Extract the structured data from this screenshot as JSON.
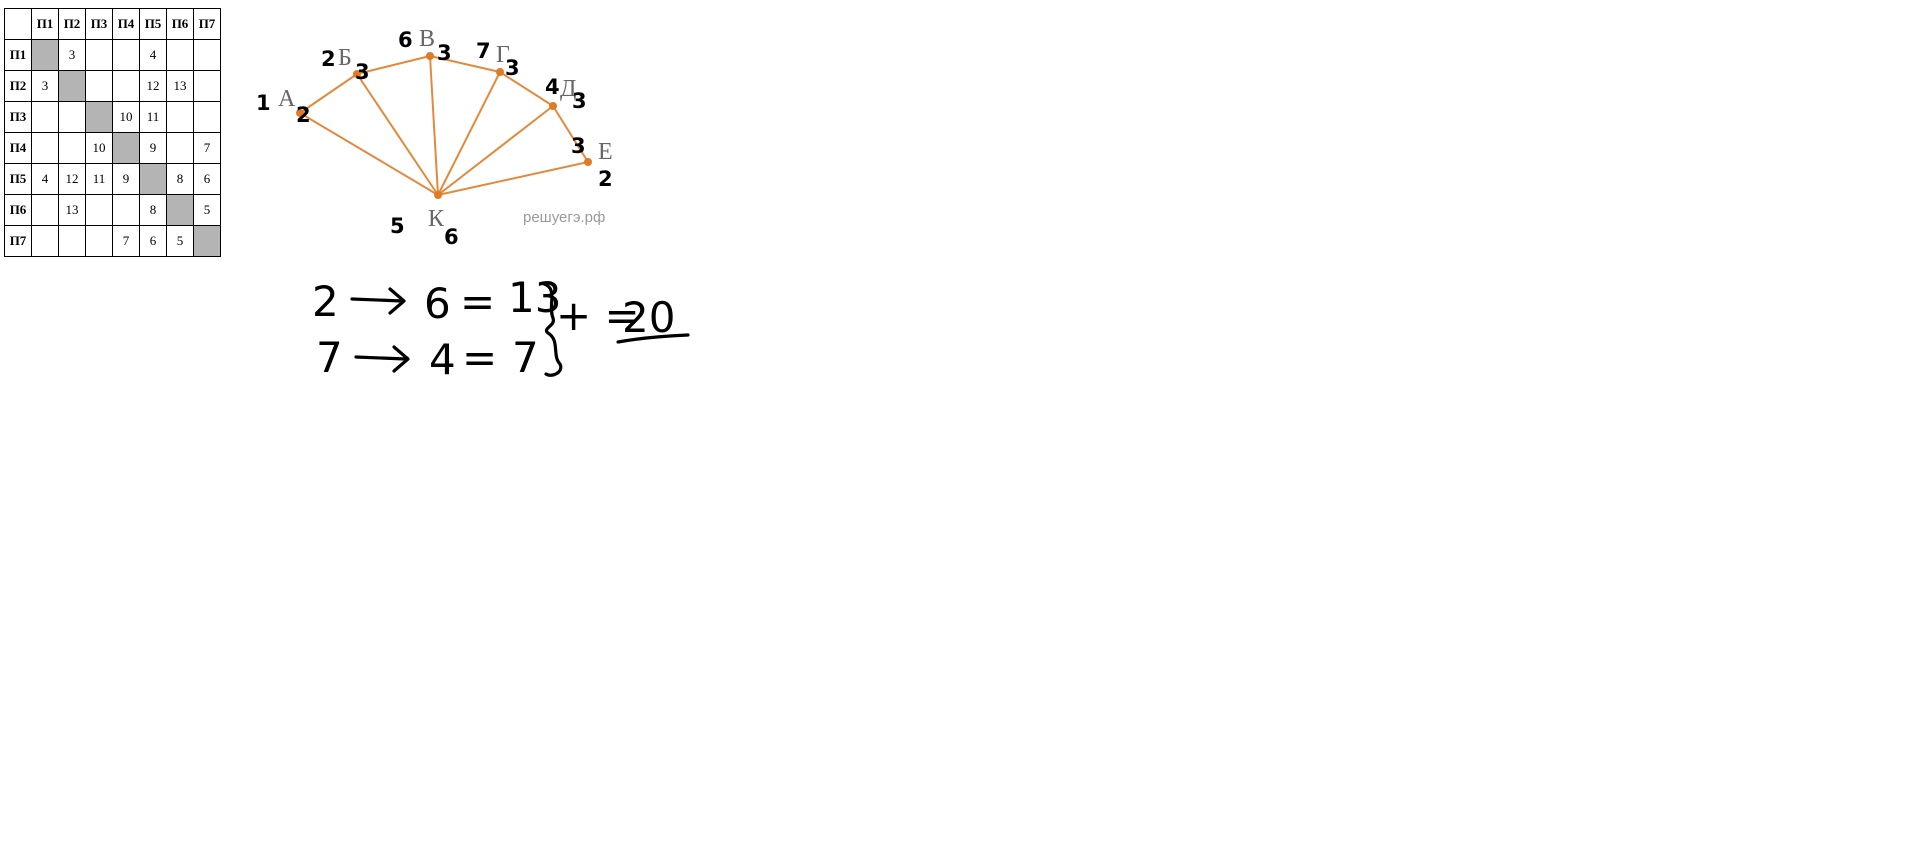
{
  "matrix": {
    "headers": [
      "П1",
      "П2",
      "П3",
      "П4",
      "П5",
      "П6",
      "П7"
    ],
    "rows": [
      {
        "label": "П1",
        "cells": [
          "",
          "3",
          "",
          "",
          "4",
          "",
          ""
        ]
      },
      {
        "label": "П2",
        "cells": [
          "3",
          "",
          "",
          "",
          "12",
          "13",
          ""
        ]
      },
      {
        "label": "П3",
        "cells": [
          "",
          "",
          "",
          "10",
          "11",
          "",
          ""
        ]
      },
      {
        "label": "П4",
        "cells": [
          "",
          "",
          "10",
          "",
          "9",
          "",
          "7"
        ]
      },
      {
        "label": "П5",
        "cells": [
          "4",
          "12",
          "11",
          "9",
          "",
          "8",
          "6"
        ]
      },
      {
        "label": "П6",
        "cells": [
          "",
          "13",
          "",
          "",
          "8",
          "",
          "5"
        ]
      },
      {
        "label": "П7",
        "cells": [
          "",
          "",
          "",
          "7",
          "6",
          "5",
          ""
        ]
      }
    ]
  },
  "graph": {
    "edge_color": "#e28a3c",
    "vertices": {
      "A": "А",
      "B": "Б",
      "V": "В",
      "G": "Г",
      "D": "Д",
      "E": "Е",
      "K": "К"
    },
    "watermark": "решуегэ.рф",
    "handwritten": {
      "A_num": "1",
      "A_deg": "2",
      "B_num": "2",
      "B_deg": "3",
      "V_num": "6",
      "V_deg": "3",
      "G_num": "7",
      "G_deg": "3",
      "D_num": "4",
      "D_deg": "3",
      "E_num": "3",
      "E_deg": "2",
      "K_num": "5",
      "K_deg": "6"
    }
  },
  "calc": {
    "line1": [
      "2",
      "6",
      "=",
      "13"
    ],
    "line2": [
      "7",
      "4",
      "=",
      "7"
    ],
    "sum": "+ =",
    "result": "20"
  }
}
